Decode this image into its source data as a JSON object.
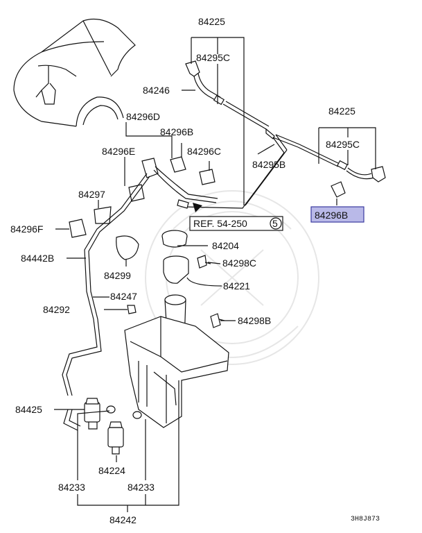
{
  "colors": {
    "highlight_fill": "#b9b9e8",
    "highlight_stroke": "#3a3aa0",
    "ink": "#111111"
  },
  "labels": {
    "p84225_top": "84225",
    "p84295c_top": "84295C",
    "p84246": "84246",
    "p84225_right": "84225",
    "p84296d": "84296D",
    "p84296b_mid": "84296B",
    "p84295c_right": "84295C",
    "p84296e": "84296E",
    "p84296c": "84296C",
    "p84295b": "84295B",
    "p84297": "84297",
    "p84296b_hl": "84296B",
    "p84296f": "84296F",
    "ref_text": "REF. 54-250",
    "ref_num": "5",
    "p84204": "84204",
    "p84442b": "84442B",
    "p84298c": "84298C",
    "p84299": "84299",
    "p84221": "84221",
    "p84247": "84247",
    "p84292": "84292",
    "p84298b": "84298B",
    "p84425": "84425",
    "p84224": "84224",
    "p84233_left": "84233",
    "p84233_right": "84233",
    "p84242": "84242",
    "code": "3H8J873"
  },
  "icons": {
    "car": "car-front-outline-icon",
    "tank": "washer-tank-icon",
    "pump": "washer-pump-icon",
    "nozzle": "washer-nozzle-icon",
    "arrow": "reference-arrow-icon",
    "watermark": "watermark-emblem-icon"
  }
}
